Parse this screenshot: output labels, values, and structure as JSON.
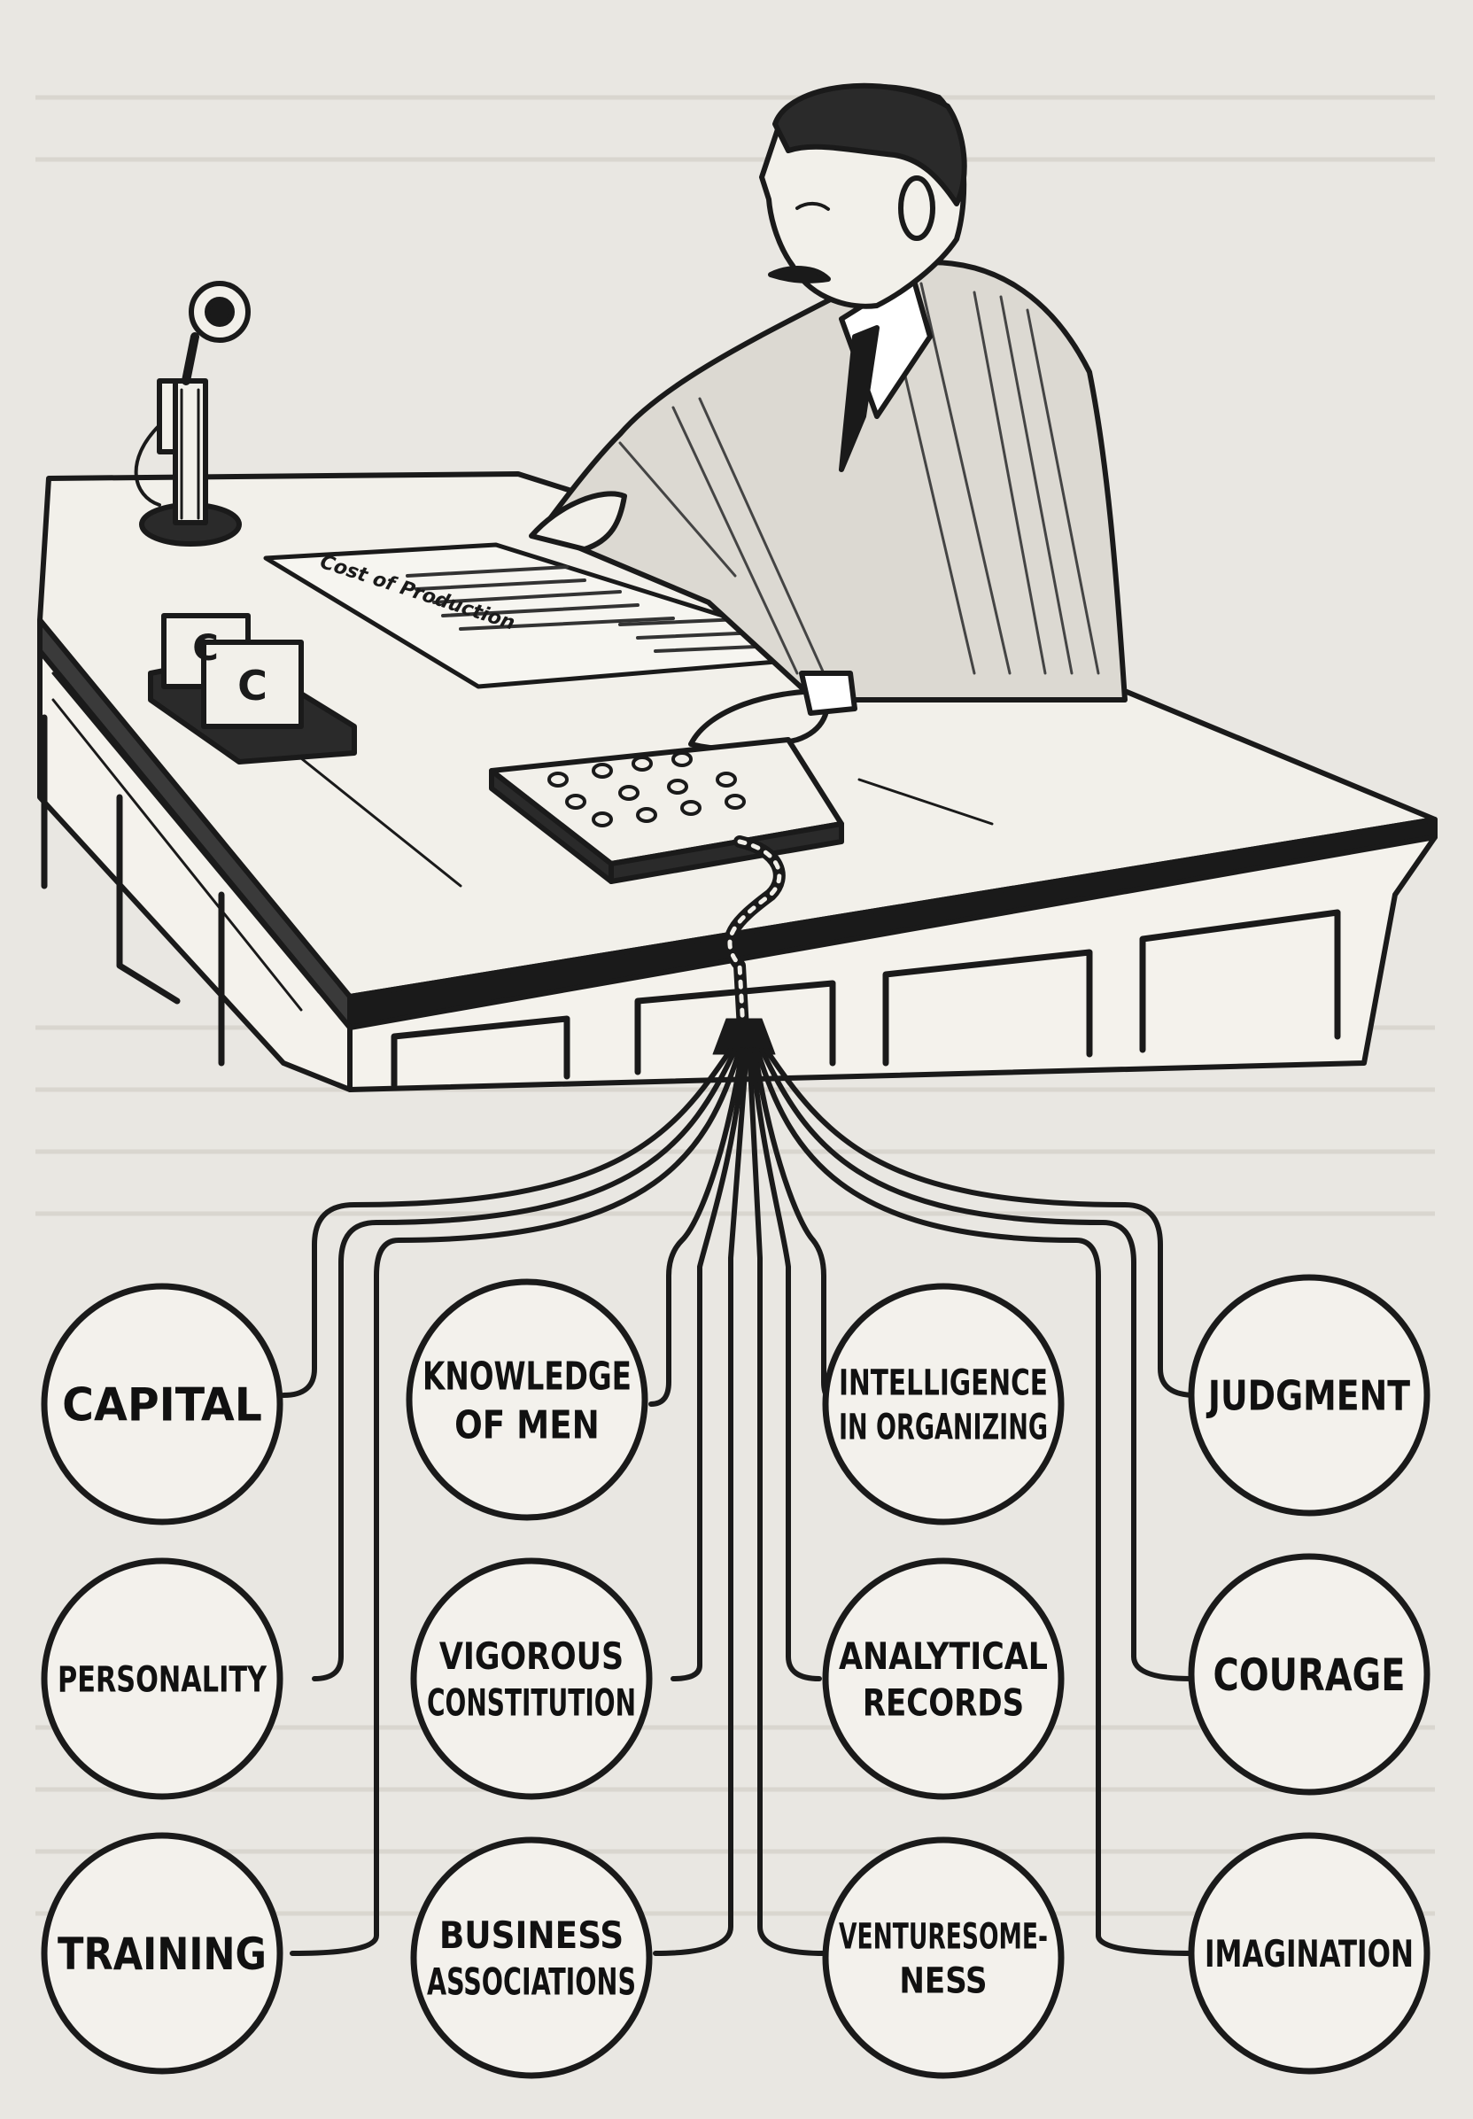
{
  "document": {
    "title_on_sheet": "Cost of Production",
    "colors": {
      "paper": "#e9e7e2",
      "ink": "#1a1a1a"
    },
    "qualities": [
      {
        "id": "capital",
        "lines": [
          "CAPITAL"
        ]
      },
      {
        "id": "knowledge-of-men",
        "lines": [
          "KNOWLEDGE",
          "OF MEN"
        ]
      },
      {
        "id": "intelligence-in-organizing",
        "lines": [
          "INTELLIGENCE",
          "IN ORGANIZING"
        ]
      },
      {
        "id": "judgment",
        "lines": [
          "JUDGMENT"
        ]
      },
      {
        "id": "personality",
        "lines": [
          "PERSONALITY"
        ]
      },
      {
        "id": "vigorous-constitution",
        "lines": [
          "VIGOROUS",
          "CONSTITUTION"
        ]
      },
      {
        "id": "analytical-records",
        "lines": [
          "ANALYTICAL",
          "RECORDS"
        ]
      },
      {
        "id": "courage",
        "lines": [
          "COURAGE"
        ]
      },
      {
        "id": "training",
        "lines": [
          "TRAINING"
        ]
      },
      {
        "id": "business-associations",
        "lines": [
          "BUSINESS",
          "ASSOCIATIONS"
        ]
      },
      {
        "id": "venturesomeness",
        "lines": [
          "VENTURESOME-",
          "NESS"
        ]
      },
      {
        "id": "imagination",
        "lines": [
          "IMAGINATION"
        ]
      }
    ]
  }
}
